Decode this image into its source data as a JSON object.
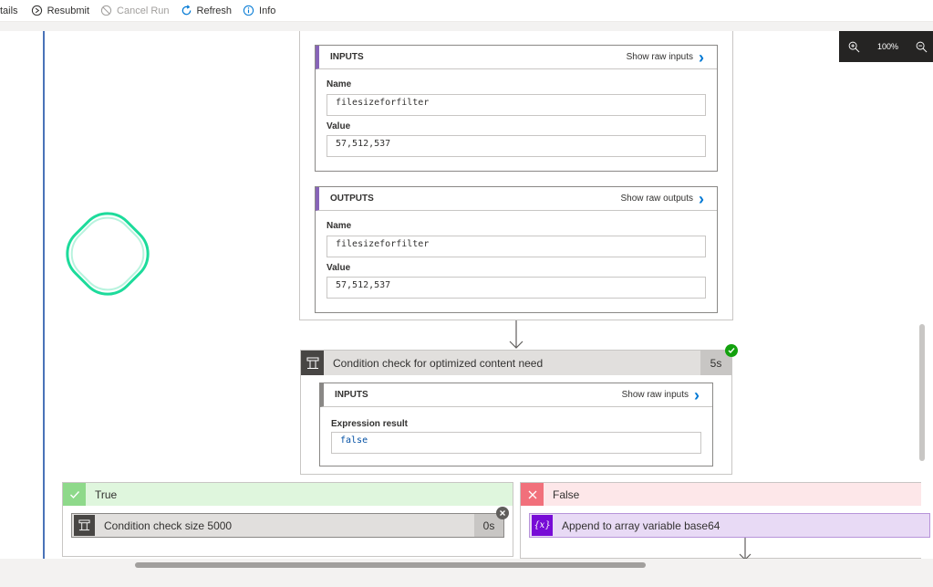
{
  "toolbar": {
    "details": "tails",
    "resubmit": "Resubmit",
    "cancel": "Cancel Run",
    "refresh": "Refresh",
    "info": "Info"
  },
  "zoom": {
    "level": "100%"
  },
  "top_card": {
    "inputs": {
      "header": "INPUTS",
      "raw_link": "Show raw inputs",
      "name_label": "Name",
      "name_value": "filesizeforfilter",
      "value_label": "Value",
      "value_value": "57,512,537"
    },
    "outputs": {
      "header": "OUTPUTS",
      "raw_link": "Show raw outputs",
      "name_label": "Name",
      "name_value": "filesizeforfilter",
      "value_label": "Value",
      "value_value": "57,512,537"
    }
  },
  "condition": {
    "title": "Condition check for optimized content need",
    "duration": "5s",
    "inputs_header": "INPUTS",
    "raw_link": "Show raw inputs",
    "expr_label": "Expression result",
    "expr_value": "false"
  },
  "branch_true": {
    "label": "True",
    "action_title": "Condition check size 5000",
    "action_duration": "0s"
  },
  "branch_false": {
    "label": "False",
    "action_title": "Append to array variable base64"
  },
  "colors": {
    "accent": "#0078d4",
    "success": "#13a10e",
    "true_bg": "#dff6dd",
    "false_bg": "#fde7e9",
    "variable_purple": "#770bd6"
  }
}
